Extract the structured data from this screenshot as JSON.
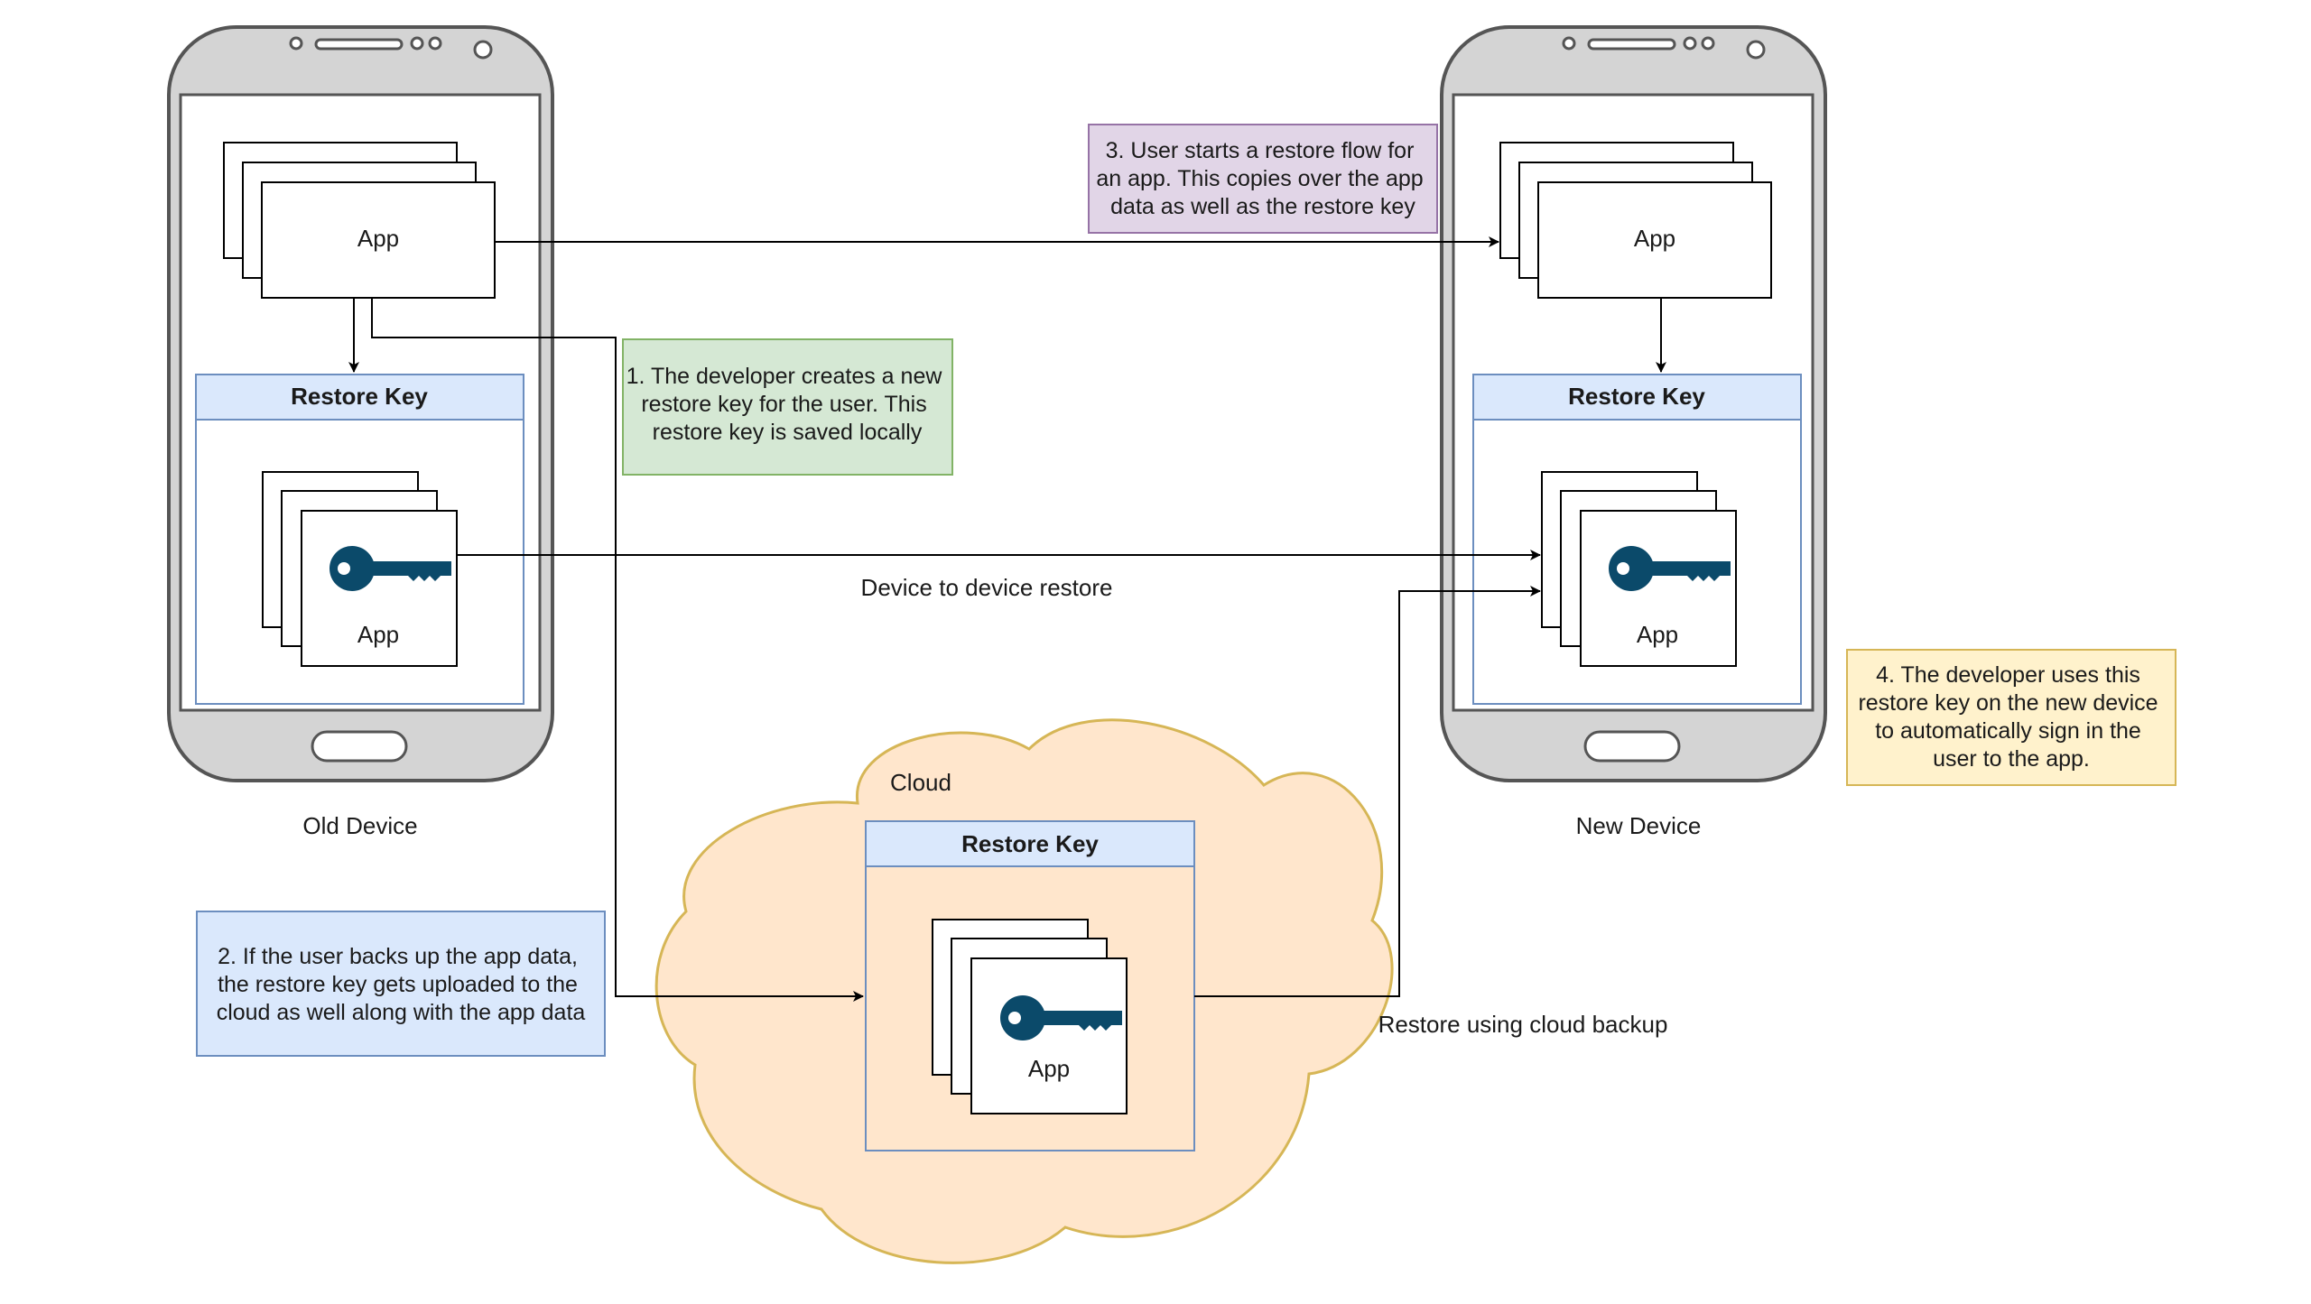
{
  "colors": {
    "phone_body": "#d4d4d4",
    "phone_border": "#555555",
    "restore_key_header": "#dae8fc",
    "restore_key_border": "#6c8ebf",
    "key_icon": "#0b4a6a",
    "cloud_fill": "#ffe6cc",
    "cloud_border": "#d6b656",
    "note1_fill": "#d5e8d4",
    "note1_border": "#82b366",
    "note2_fill": "#dae8fc",
    "note2_border": "#6c8ebf",
    "note3_fill": "#e1d5e7",
    "note3_border": "#9673a6",
    "note4_fill": "#fff2cc",
    "note4_border": "#d6b656",
    "arrow": "#000000"
  },
  "old_device": {
    "label": "Old Device",
    "app_label": "App",
    "restore_key_title": "Restore Key",
    "key_app_label": "App",
    "key_icon": "key-icon"
  },
  "new_device": {
    "label": "New Device",
    "app_label": "App",
    "restore_key_title": "Restore Key",
    "key_app_label": "App",
    "key_icon": "key-icon"
  },
  "cloud": {
    "label": "Cloud",
    "restore_key_title": "Restore Key",
    "key_app_label": "App",
    "key_icon": "key-icon"
  },
  "edges": {
    "device_to_device": "Device to device restore",
    "cloud_restore": "Restore using cloud backup"
  },
  "notes": {
    "note1": [
      "1. The developer creates a new",
      "restore key for the user. This",
      "restore key is saved locally"
    ],
    "note2": [
      "2. If the user backs up the app data,",
      "the restore key gets uploaded to the",
      "cloud as well along with the app data"
    ],
    "note3": [
      "3. User starts a restore flow for",
      "an app. This copies over the app",
      "data as well as the restore key"
    ],
    "note4": [
      "4. The developer uses this",
      "restore key on the new device",
      "to automatically sign in the",
      "user to the app."
    ]
  }
}
